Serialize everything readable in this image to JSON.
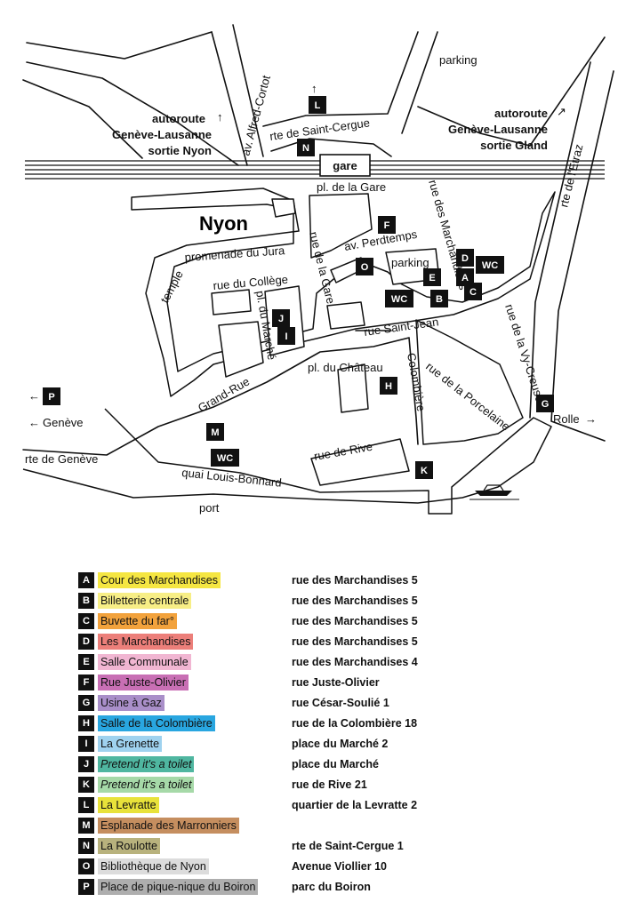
{
  "map": {
    "city": "Nyon",
    "labels": {
      "parking_north": "parking",
      "alfred_cortot": "av. Alfred-Cortot",
      "saint_cergue": "rte de Saint-Cergue",
      "autoroute_nyon": [
        "autoroute",
        "Genève-Lausanne",
        "sortie Nyon"
      ],
      "autoroute_gland": [
        "autoroute",
        "Genève-Lausanne",
        "sortie Gland"
      ],
      "etraz": "rte de l'Etraz",
      "gare": "gare",
      "pl_gare": "pl. de la Gare",
      "rue_marchandises": "rue des Marchandises",
      "promenade_jura": "promenade du Jura",
      "rue_gare": "rue de la Gare",
      "perdtemps": "av. Perdtemps",
      "parking_center": "parking",
      "temple": "temple",
      "rue_college": "rue du Collège",
      "pl_marche": "pl. du Marché",
      "rue_saint_jean": "rue Saint-Jean",
      "vy_creuse": "rue de la Vy-Creuse",
      "pl_chateau": "pl. du Château",
      "colombiere": "Colombière",
      "porcelaine": "rue de la Porcelaine",
      "grand_rue": "Grand-Rue",
      "geneve": "Genève",
      "rolle": "Rolle",
      "rue_rive": "rue de Rive",
      "rte_geneve": "rte de Genève",
      "quai": "quai Louis-Bonnard",
      "port": "port",
      "wc": "WC"
    },
    "arrows": {
      "up": "↑",
      "left": "←",
      "right": "→",
      "diag": "↗"
    }
  },
  "legend": [
    {
      "letter": "A",
      "name": "Cour des Marchandises",
      "address": "rue des Marchandises 5",
      "color": "#f5e642"
    },
    {
      "letter": "B",
      "name": "Billetterie centrale",
      "address": "rue des Marchandises 5",
      "color": "#f7ee86"
    },
    {
      "letter": "C",
      "name": "Buvette du far°",
      "address": "rue des Marchandises 5",
      "color": "#f2a23c"
    },
    {
      "letter": "D",
      "name": "Les Marchandises",
      "address": "rue des Marchandises 5",
      "color": "#ec7f7a"
    },
    {
      "letter": "E",
      "name": "Salle Communale",
      "address": "rue des Marchandises 4",
      "color": "#f1b6d2"
    },
    {
      "letter": "F",
      "name": "Rue Juste-Olivier",
      "address": "rue Juste-Olivier",
      "color": "#c86fb4"
    },
    {
      "letter": "G",
      "name": "Usine à Gaz",
      "address": "rue César-Soulié 1",
      "color": "#a98fc9"
    },
    {
      "letter": "H",
      "name": "Salle de la Colombière",
      "address": "rue de la Colombière 18",
      "color": "#29a6e0"
    },
    {
      "letter": "I",
      "name": "La Grenette",
      "address": "place du Marché 2",
      "color": "#9fd2ef"
    },
    {
      "letter": "J",
      "name": "Pretend it's a toilet",
      "address": "place du Marché",
      "color": "#4fb6a0",
      "italic": true
    },
    {
      "letter": "K",
      "name": "Pretend it's a toilet",
      "address": "rue de Rive 21",
      "color": "#a6d9a8",
      "italic": true
    },
    {
      "letter": "L",
      "name": "La Levratte",
      "address": "quartier de la Levratte 2",
      "color": "#e8e23a"
    },
    {
      "letter": "M",
      "name": "Esplanade des Marronniers",
      "address": "",
      "color": "#c58e5f"
    },
    {
      "letter": "N",
      "name": "La Roulotte",
      "address": "rte de Saint-Cergue 1",
      "color": "#b8b27d"
    },
    {
      "letter": "O",
      "name": "Bibliothèque de Nyon",
      "address": "Avenue Viollier 10",
      "color": "#dcdcdc"
    },
    {
      "letter": "P",
      "name": "Place de pique-nique du Boiron",
      "address": "parc du Boiron",
      "color": "#aeaeae"
    }
  ]
}
